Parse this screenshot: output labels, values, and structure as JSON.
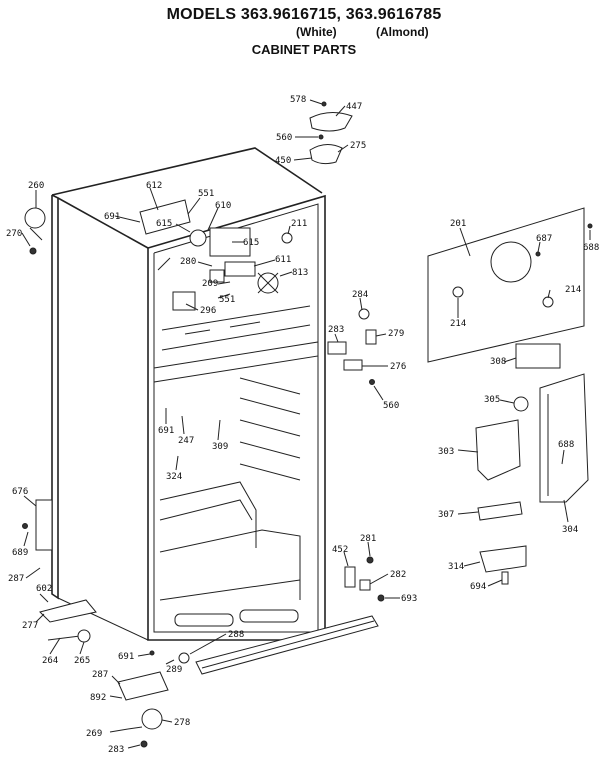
{
  "header": {
    "models": "MODELS 363.9616715, 363.9616785",
    "white": "(White)",
    "almond": "(Almond)",
    "section": "CABINET PARTS"
  },
  "part_labels": {
    "p578": "578",
    "p447": "447",
    "p560a": "560",
    "p275": "275",
    "p450": "450",
    "p260": "260",
    "p270": "270",
    "p612": "612",
    "p551a": "551",
    "p691a": "691",
    "p610": "610",
    "p615a": "615",
    "p211": "211",
    "p615b": "615",
    "p280": "280",
    "p611": "611",
    "p813": "813",
    "p209": "209",
    "p551b": "551",
    "p296": "296",
    "p201": "201",
    "p687": "687",
    "p688a": "688",
    "p214a": "214",
    "p214b": "214",
    "p284": "284",
    "p283a": "283",
    "p279": "279",
    "p276": "276",
    "p560b": "560",
    "p308a": "308",
    "p305": "305",
    "p691b": "691",
    "p247": "247",
    "p309": "309",
    "p324": "324",
    "p303": "303",
    "p688b": "688",
    "p676": "676",
    "p689": "689",
    "p307": "307",
    "p304": "304",
    "p452": "452",
    "p281": "281",
    "p282": "282",
    "p693": "693",
    "p314": "314",
    "p694": "694",
    "p287a": "287",
    "p602": "602",
    "p277": "277",
    "p264": "264",
    "p265": "265",
    "p691c": "691",
    "p288": "288",
    "p289": "289",
    "p287b": "287",
    "p892": "892",
    "p269": "269",
    "p278": "278",
    "p283b": "283"
  }
}
